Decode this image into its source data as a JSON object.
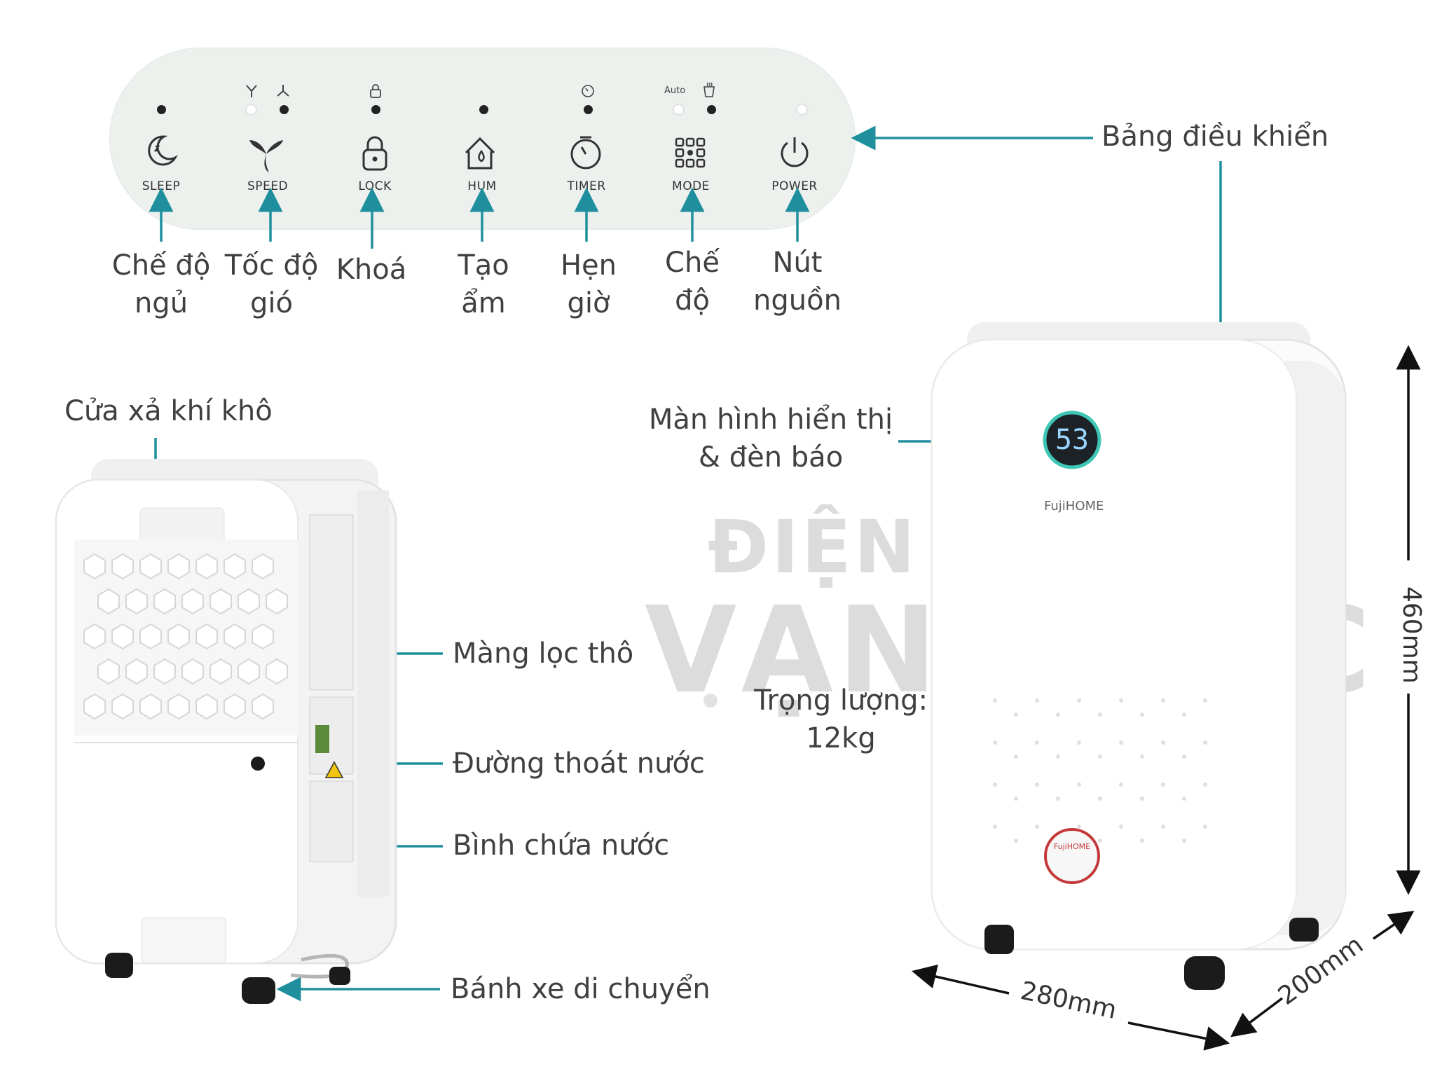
{
  "panel": {
    "buttons": [
      {
        "key": "sleep",
        "label": "SLEEP"
      },
      {
        "key": "speed",
        "label": "SPEED"
      },
      {
        "key": "lock",
        "label": "LOCK"
      },
      {
        "key": "hum",
        "label": "HUM"
      },
      {
        "key": "timer",
        "label": "TIMER"
      },
      {
        "key": "mode",
        "label": "MODE",
        "auto_label": "Auto"
      },
      {
        "key": "power",
        "label": "POWER"
      }
    ]
  },
  "callouts": {
    "sleep": [
      "Chế độ",
      "ngủ"
    ],
    "speed": [
      "Tốc độ",
      "gió"
    ],
    "lock": [
      "Khoá"
    ],
    "hum": [
      "Tạo",
      "ẩm"
    ],
    "timer": [
      "Hẹn",
      "giờ"
    ],
    "mode": [
      "Chế",
      "độ"
    ],
    "power": [
      "Nút",
      "nguồn"
    ],
    "control_panel": "Bảng điều khiển",
    "display": [
      "Màn hình hiển thị",
      "& đèn báo"
    ],
    "dry_air_outlet": "Cửa xả khí khô",
    "coarse_filter": "Màng lọc thô",
    "drain": "Đường thoát nước",
    "water_tank": "Bình chứa nước",
    "wheels": "Bánh xe di chuyển",
    "weight": [
      "Trọng lượng:",
      "12kg"
    ]
  },
  "dimensions": {
    "height": "460mm",
    "width": "280mm",
    "depth": "200mm"
  },
  "device": {
    "display_value": "53",
    "brand": "FujiHOME"
  },
  "watermark": {
    "line1": "ĐIỆN MÁY",
    "line2": "VẠN PHÚC"
  },
  "colors": {
    "accent": "#1f8f9e",
    "panel": "#edf1ee",
    "display_ring": "#3ec6b6"
  }
}
